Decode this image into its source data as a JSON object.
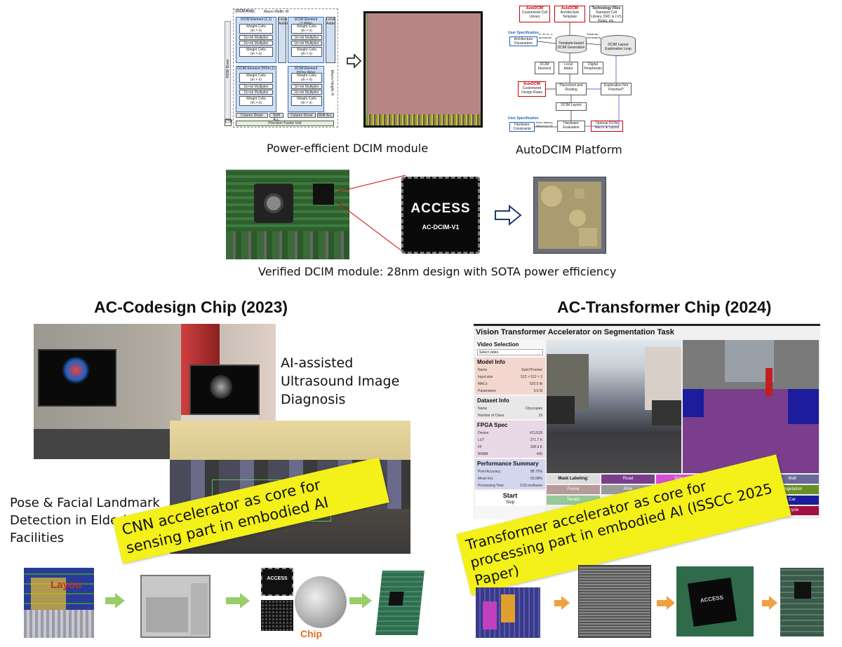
{
  "top": {
    "dcim_caption": "Power-efficient DCIM module",
    "autodcim_caption": "AutoDCIM Platform",
    "verified_caption": "Verified DCIM module:  28nm design with SOTA power efficiency",
    "chip_brand": "ACCESS",
    "chip_model": "AC-DCIM-V1"
  },
  "dcim_diagram": {
    "array_label": "DCIM Array",
    "macro_width": "Macro Width: W",
    "macro_height": "Macro Height: H",
    "row_driver": "ROW Driver",
    "ctr": "CTR",
    "element_11": "DCIM Element (1,1)",
    "element_1wm": "DCIM Element (1,W/m)",
    "element_h1": "DCIM Element (H/2m,1)",
    "element_hw": "DCIM Element (H/2m,W/m)",
    "weight_cells": "Weight Cells",
    "mxn": "(m × n)",
    "multiplier": "1b×nb Multiplier",
    "local_adder": "Local Adder",
    "column_driver": "Column Driver",
    "shift_acc": "Shift Acc.",
    "precision_fusion": "Precision Fusion Unit"
  },
  "autodcim": {
    "autodcim_tag": "AutoDCIM",
    "custom_cell_lib": "Customized Cell Library",
    "arch_template": "Architecture Template",
    "tech_files": "Technology Files",
    "tech_files_sub": "Standard Cell Library, DRC & LVS Rules, etc.",
    "user_spec": "User Specification",
    "arch_params": "Architecture Parameters",
    "params_sub": "H, W, m, n, precisions",
    "subarray": "Subarray Generators",
    "template_gen": "Template-based DCIM Generation",
    "exploration": "DCIM Layout Exploration Loop",
    "dcim_element": "DCIM Element",
    "local_adder": "Local Adder",
    "digital_periph": "Digital Peripherals",
    "custom_rules": "Customized Design Rules",
    "place_route": "Placement and Routing",
    "explore_finished": "Exploration Not Finished?",
    "dcim_layout": "DCIM Layout",
    "hw_constraints": "Hardware Constraints",
    "hw_sub": "Area, latency, efficiency, etc.",
    "hw_eval": "Hardware Evaluation",
    "optimal": "Optimal DCIM Macro & Layout"
  },
  "left": {
    "title": "AC-Codesign Chip (2023)",
    "ultrasound": "AI-assisted Ultrasound Image Diagnosis",
    "pose": "Pose & Facial Landmark Detection in Elderly Care Facilities",
    "banner": "CNN accelerator as core for sensing part in embodied AI",
    "layout_label": "Layou",
    "chip_label": "Chip",
    "mini_chip_brand": "ACCESS"
  },
  "right": {
    "title": "AC-Transformer Chip (2024)",
    "app_title": "Vision Transformer Accelerator on Segmentation Task",
    "video_selection": "Video Selection",
    "select_video": "Select video",
    "model_info": "Model Info",
    "model_rows": [
      [
        "Name",
        "SwinTFormer"
      ],
      [
        "Input size",
        "512 × 512 × 3"
      ],
      [
        "MACs",
        "520.5 M"
      ],
      [
        "Parameters",
        "3.0 M"
      ]
    ],
    "dataset_info": "Dataset Info",
    "dataset_rows": [
      [
        "Name",
        "Cityscapes"
      ],
      [
        "Number of Class",
        "19"
      ]
    ],
    "fpga_spec": "FPGA Spec",
    "fpga_rows": [
      [
        "Device",
        "VCU118"
      ],
      [
        "LUT",
        "271.7 K"
      ],
      [
        "FF",
        "328.9 K"
      ],
      [
        "BRAM",
        "436"
      ]
    ],
    "perf_summary": "Performance Summary",
    "perf_rows": [
      [
        "Pixel Accuracy",
        "88.75%"
      ],
      [
        "Mean IoU",
        "53.08%"
      ],
      [
        "Processing Time",
        "3.53 ms/frame"
      ]
    ],
    "start": "Start",
    "stop": "Stop",
    "mask_labeling": "Mask Labeling:",
    "labels": [
      {
        "text": "Road",
        "color": "#7a3e8c"
      },
      {
        "text": "Sidewalk",
        "color": "#d44fd4"
      },
      {
        "text": "Wall",
        "color": "#6a6a9a"
      },
      {
        "text": "Fence",
        "color": "#b89a9a"
      },
      {
        "text": "Pole",
        "color": "#9a9a9a"
      },
      {
        "text": "Vegetation",
        "color": "#6b8e23"
      },
      {
        "text": "Terrain",
        "color": "#98c898"
      },
      {
        "text": "Car",
        "color": "#1c1c9c"
      },
      {
        "text": "Bicycle",
        "color": "#a01040"
      }
    ],
    "banner": "Transformer accelerator as core for processing part in embodied AI (ISSCC 2025 Paper)",
    "chip_brand": "ACCESS"
  },
  "colors": {
    "banner": "#f3f01a",
    "green_arrow": "#9acd6a",
    "orange_arrow": "#f0a040",
    "auto_red": "#cc0000",
    "user_spec_blue": "#1f5fbf"
  }
}
